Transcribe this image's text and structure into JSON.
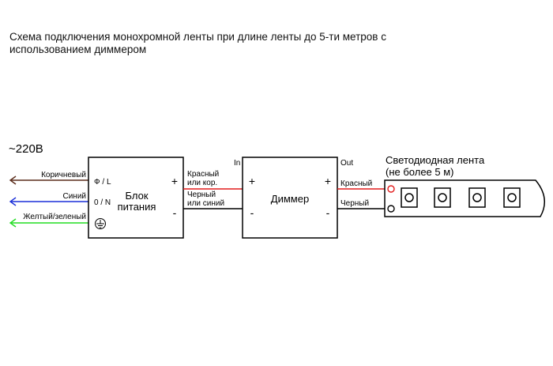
{
  "title": "Схема подключения монохромной ленты при длине ленты до 5-ти метров с использованием диммером",
  "mains_label": "~220В",
  "wires_in": {
    "brown": "Коричневый",
    "blue": "Синий",
    "green": "Желтый/зеленый"
  },
  "psu": {
    "terminal_l": "Ф / L",
    "terminal_n": "0 / N",
    "name_line1": "Блок",
    "name_line2": "питания",
    "plus": "+",
    "minus": "-"
  },
  "psu_out": {
    "red_line1": "Красный",
    "red_line2": "или кор.",
    "black_line1": "Черный",
    "black_line2": "или синий"
  },
  "dimmer": {
    "in_label": "In",
    "out_label": "Out",
    "name": "Диммер",
    "plus": "+",
    "minus": "-"
  },
  "strip_wires": {
    "red": "Красный",
    "black": "Черный"
  },
  "strip": {
    "title_line1": "Светодиодная лента",
    "title_line2": "(не более 5 м)"
  },
  "colors": {
    "brown": "#5a2b1a",
    "blue": "#1a2fd8",
    "green": "#22dd22",
    "red": "#e21b1b",
    "black": "#000000"
  }
}
